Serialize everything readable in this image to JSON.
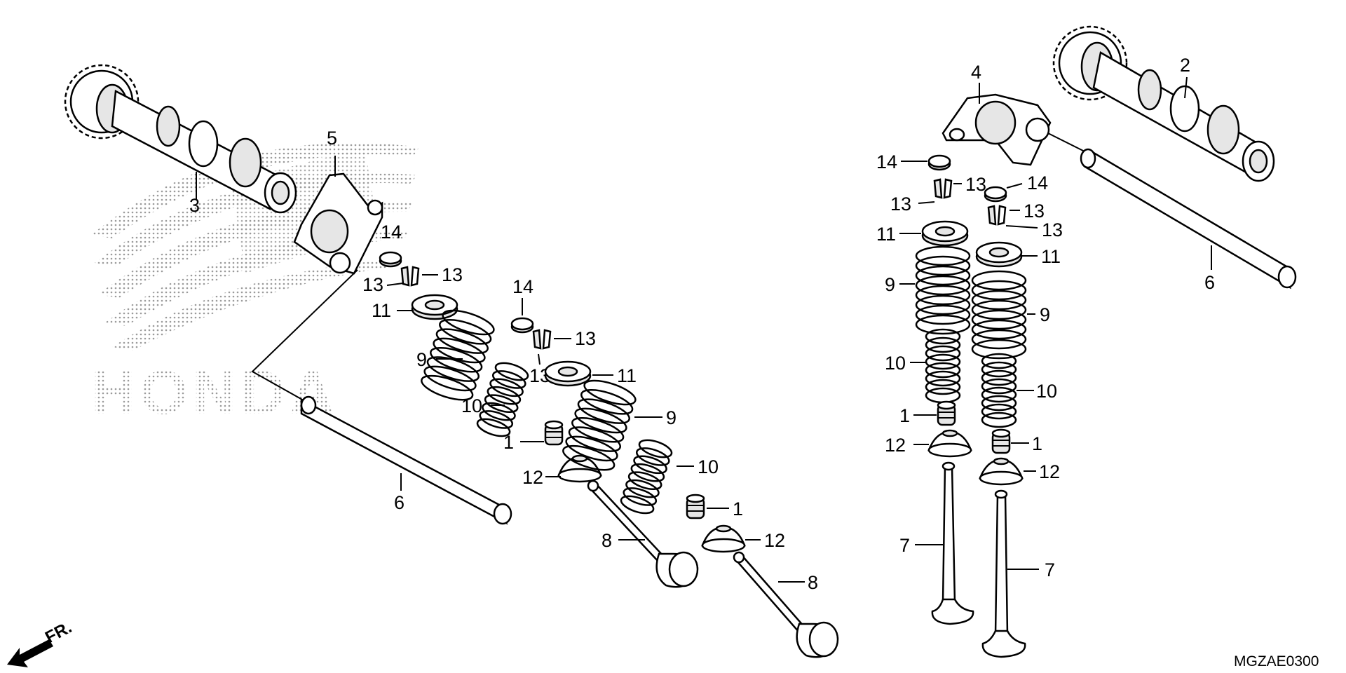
{
  "diagram": {
    "watermark_text": "HONDA",
    "diagram_code": "MGZAE0300",
    "front_marker": "FR.",
    "colors": {
      "ink": "#000000",
      "paper": "#ffffff",
      "watermark": "#9a9a9a"
    },
    "callouts": {
      "left_cam": "3",
      "left_rocker": "5",
      "left_shaft": "6",
      "l_a_shim": "14",
      "l_a_cotter_1": "13",
      "l_a_cotter_2": "13",
      "l_a_retainer": "11",
      "l_a_outer_spring": "9",
      "l_a_inner_spring": "10",
      "l_a_seal": "1",
      "l_a_seat": "12",
      "l_a_valve": "8",
      "l_b_shim": "14",
      "l_b_cotter_1": "13",
      "l_b_cotter_2": "13",
      "l_b_retainer": "11",
      "l_b_outer_spring": "9",
      "l_b_inner_spring": "10",
      "l_b_seal": "1",
      "l_b_seat": "12",
      "l_b_valve": "8",
      "right_cam": "2",
      "right_rocker": "4",
      "right_shaft": "6",
      "r_a_shim": "14",
      "r_a_cotter_1": "13",
      "r_a_cotter_2": "13",
      "r_a_retainer": "11",
      "r_a_outer_spring": "9",
      "r_a_inner_spring": "10",
      "r_a_seal": "1",
      "r_a_seat": "12",
      "r_a_valve": "7",
      "r_b_shim": "14",
      "r_b_cotter_1": "13",
      "r_b_cotter_2": "13",
      "r_b_retainer": "11",
      "r_b_outer_spring": "9",
      "r_b_inner_spring": "10",
      "r_b_seal": "1",
      "r_b_seat": "12",
      "r_b_valve": "7"
    }
  }
}
